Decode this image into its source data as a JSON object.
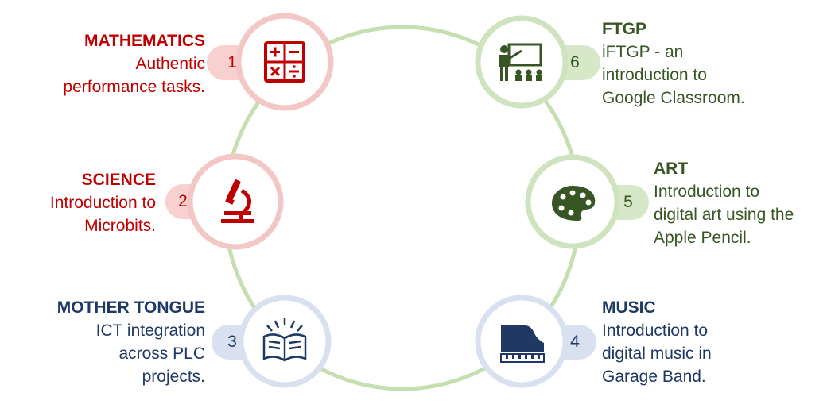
{
  "items": [
    {
      "number": "1",
      "title": "MATHEMATICS",
      "lines": [
        "Authentic",
        "performance tasks."
      ],
      "color": "#c00000",
      "ring": "#f4c7c7",
      "tab": "#f8d0d0",
      "icon": "calculator-icon"
    },
    {
      "number": "2",
      "title": "SCIENCE",
      "lines": [
        "Introduction to",
        "Microbits."
      ],
      "color": "#c00000",
      "ring": "#f4c7c7",
      "tab": "#f8d0d0",
      "icon": "microscope-icon"
    },
    {
      "number": "3",
      "title": "MOTHER TONGUE",
      "lines": [
        "ICT integration",
        "across PLC",
        "projects."
      ],
      "color": "#1f3864",
      "ring": "#d9e0ef",
      "tab": "#d9e0ef",
      "icon": "open-book-icon"
    },
    {
      "number": "4",
      "title": "MUSIC",
      "lines": [
        "Introduction to",
        "digital music in",
        "Garage Band."
      ],
      "color": "#1f3864",
      "ring": "#d9e0ef",
      "tab": "#d9e0ef",
      "icon": "piano-icon"
    },
    {
      "number": "5",
      "title": "ART",
      "lines": [
        "Introduction to",
        "digital art using the",
        "Apple Pencil."
      ],
      "color": "#375623",
      "ring": "#cfe3bf",
      "tab": "#d6e8c8",
      "icon": "palette-icon"
    },
    {
      "number": "6",
      "title": "FTGP",
      "lines": [
        "iFTGP - an",
        "introduction to",
        "Google Classroom."
      ],
      "color": "#375623",
      "ring": "#cfe3bf",
      "tab": "#d6e8c8",
      "icon": "teacher-board-icon"
    }
  ],
  "colors": {
    "connector": "#c5dfb0"
  }
}
